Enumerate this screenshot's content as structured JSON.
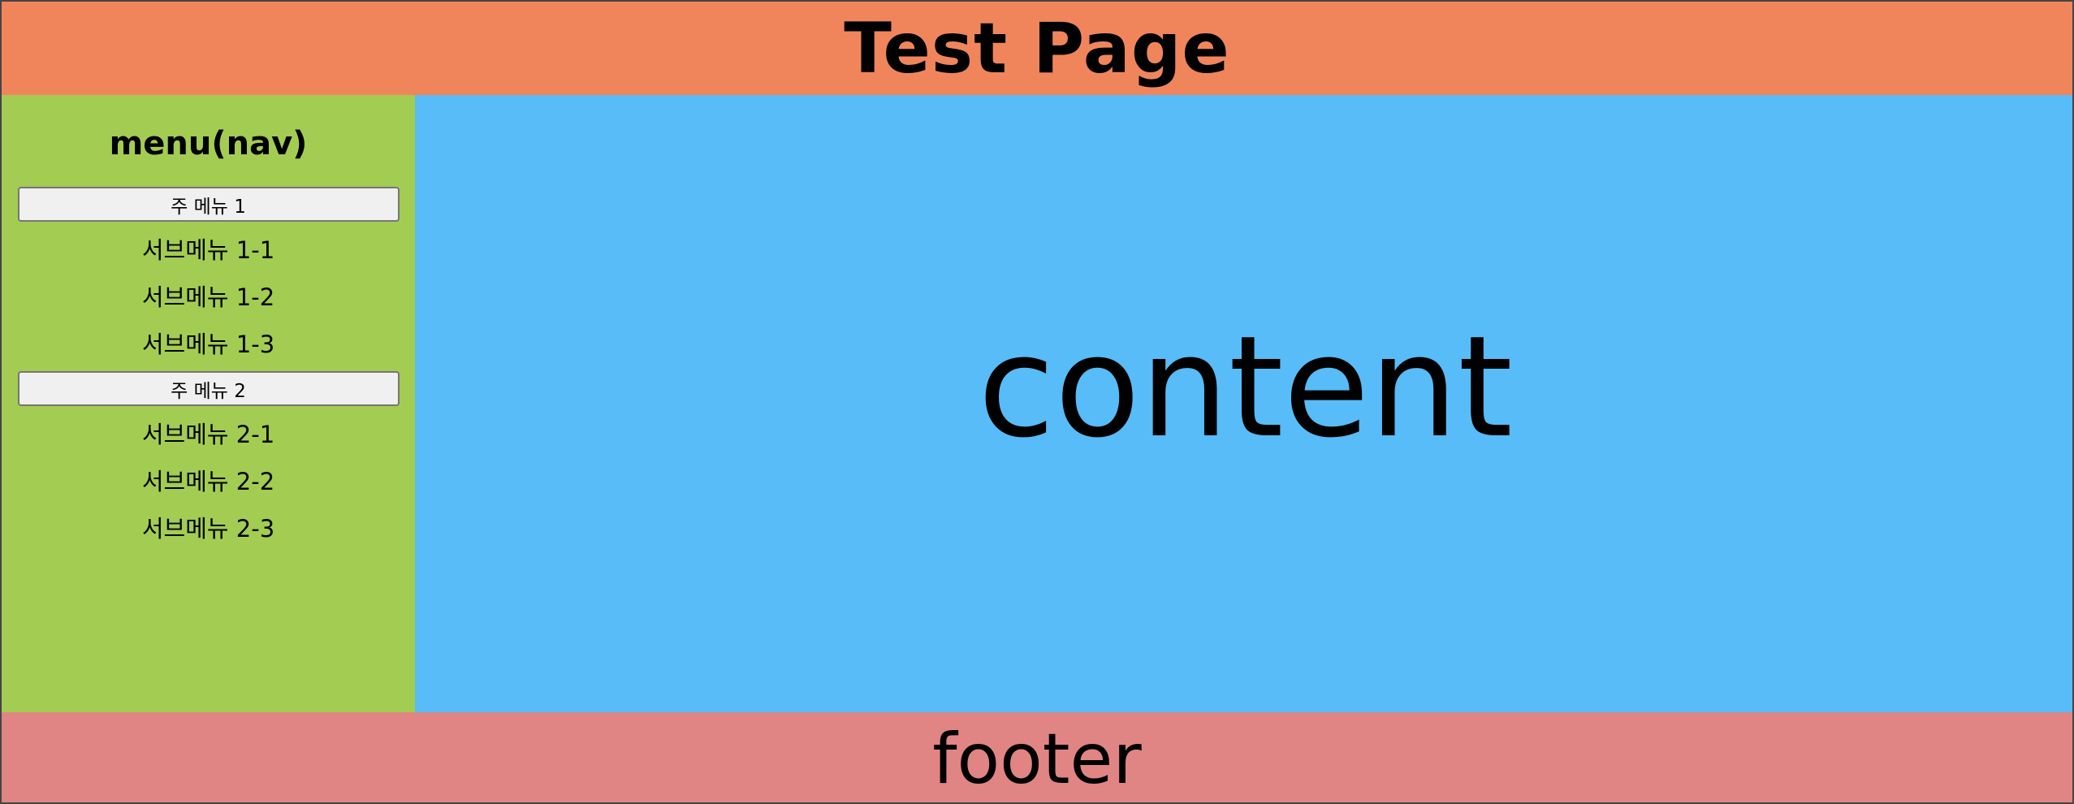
{
  "header": {
    "title": "Test Page"
  },
  "nav": {
    "title": "menu(nav)",
    "groups": [
      {
        "label": "주 메뉴 1",
        "items": [
          "서브메뉴 1-1",
          "서브메뉴 1-2",
          "서브메뉴 1-3"
        ]
      },
      {
        "label": "주 메뉴 2",
        "items": [
          "서브메뉴 2-1",
          "서브메뉴 2-2",
          "서브메뉴 2-3"
        ]
      }
    ]
  },
  "content": {
    "text": "content"
  },
  "footer": {
    "text": "footer"
  },
  "colors": {
    "header_bg": "#f0855c",
    "nav_bg": "#a3cc52",
    "content_bg": "#57bcf7",
    "footer_bg": "#e08583"
  }
}
